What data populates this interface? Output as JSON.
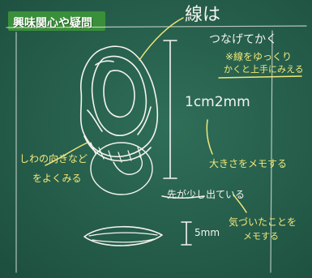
{
  "label": "興味関心や疑問",
  "notes": {
    "title_line1": "線は",
    "title_line2": "つなげてかく",
    "tip_line1": "※線をゆっくり",
    "tip_line2": "かくと上手にみえる",
    "size_main": "1cm2mm",
    "memo_size": "大きさをメモする",
    "wrinkle_line1": "しわの向きなど",
    "wrinkle_line2": "をよくみる",
    "tip_pokes": "先が少し出ている",
    "noticed_line1": "気づいたことを",
    "noticed_line2": "メモする",
    "size_small": "5mm"
  },
  "colors": {
    "board": "#255d4a",
    "chalk_white": "#f4f4ee",
    "chalk_yellow": "#f3e77a",
    "label_bg": "#3a8f3a"
  }
}
